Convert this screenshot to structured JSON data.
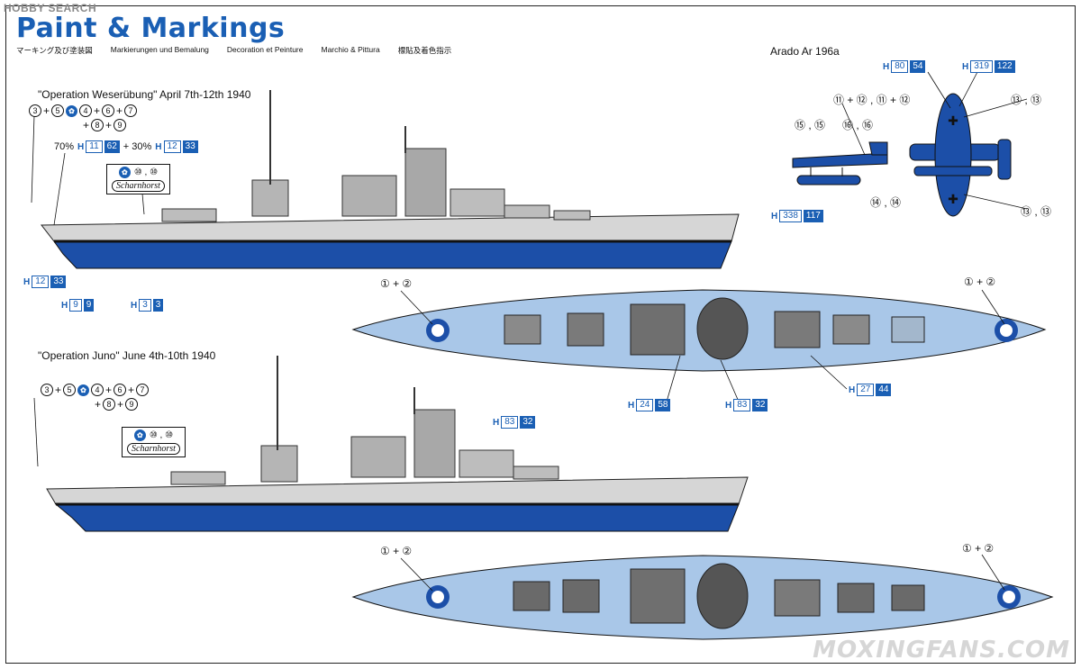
{
  "watermark_top": "HOBBY SEARCH",
  "watermark_bottom": "MOXINGFANS.COM",
  "title": "Paint  & Markings",
  "subtitles": [
    "マーキング及び塗装図",
    "Markierungen und Bemalung",
    "Decoration et Peinture",
    "Marchio & Pittura",
    "標貼及着色指示"
  ],
  "scheme1": {
    "label": "\"Operation Weserübung\" April 7th-12th 1940",
    "seq_a": [
      "3",
      "5",
      "4",
      "6",
      "7"
    ],
    "seq_b": [
      "8",
      "9"
    ],
    "mix_pct1": "70%",
    "mix_pct2": "+ 30%",
    "ship_name": "Scharnhorst"
  },
  "scheme2": {
    "label": "\"Operation Juno\" June 4th-10th 1940",
    "ship_name": "Scharnhorst"
  },
  "aircraft": {
    "title": "Arado Ar 196a",
    "pair_11_12": "⑪ + ⑫ , ⑪ + ⑫",
    "pair_15": "⑮ , ⑮",
    "pair_16": "⑯ , ⑯",
    "pair_14": "⑭ , ⑭",
    "pair_13a": "⑬ , ⑬",
    "pair_13b": "⑬ , ⑬"
  },
  "bow_marks": "① + ②",
  "decal_10": "⑩ , ⑩",
  "hcodes": {
    "h11_62": [
      "H",
      "11",
      "62"
    ],
    "h12_33_mix": [
      "H",
      "12",
      "33"
    ],
    "h80_54": [
      "H",
      "80",
      "54"
    ],
    "h319_122": [
      "H",
      "319",
      "122"
    ],
    "h338_117": [
      "H",
      "338",
      "117"
    ],
    "h12_33": [
      "H",
      "12",
      "33"
    ],
    "h9_9": [
      "H",
      "9",
      "9"
    ],
    "h3_3": [
      "H",
      "3",
      "3"
    ],
    "h24_58": [
      "H",
      "24",
      "58"
    ],
    "h83_32a": [
      "H",
      "83",
      "32"
    ],
    "h27_44": [
      "H",
      "27",
      "44"
    ],
    "h83_32b": [
      "H",
      "83",
      "32"
    ]
  },
  "colors": {
    "hull_blue": "#1c4fa8",
    "deck_blue": "#a9c7e8",
    "grey": "#c9c9c9",
    "accent": "#1a5fb4"
  }
}
